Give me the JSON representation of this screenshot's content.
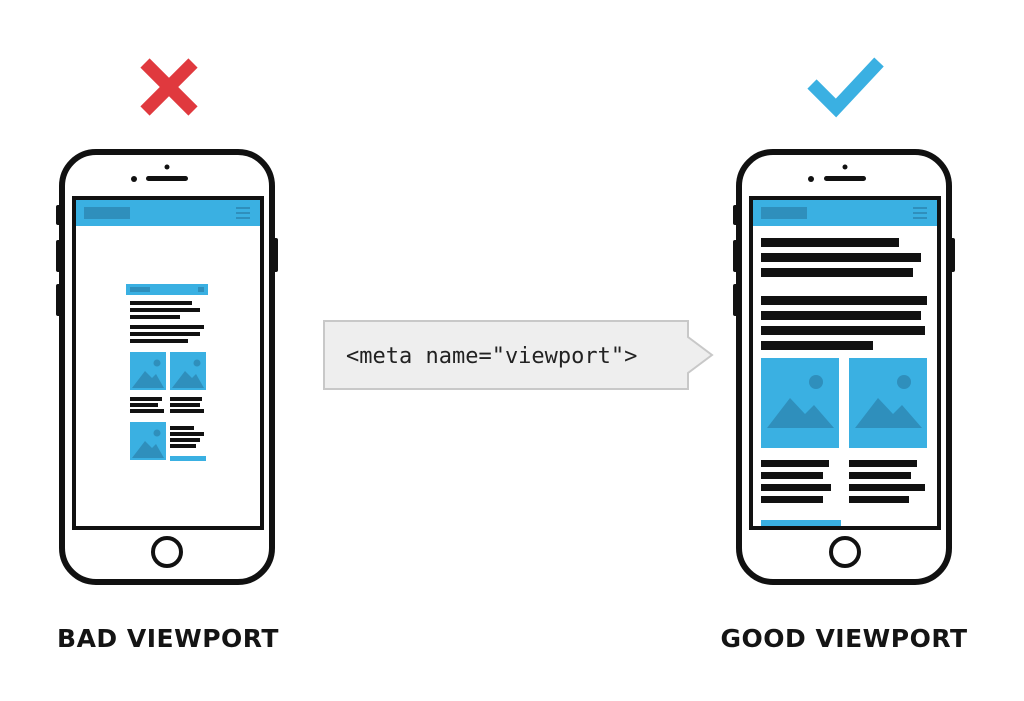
{
  "bad": {
    "caption": "BAD VIEWPORT",
    "mark_icon": "x-mark-icon"
  },
  "good": {
    "caption": "GOOD VIEWPORT",
    "mark_icon": "check-mark-icon"
  },
  "code_callout": {
    "text": "<meta name=\"viewport\">"
  },
  "colors": {
    "bad_mark": "#e0393e",
    "good_mark": "#3ab0e2",
    "accent": "#3ab0e2",
    "phone_outline": "#111111",
    "text_bar": "#111111",
    "callout_fill": "#eeeeee",
    "callout_border": "#c8c8c8"
  }
}
